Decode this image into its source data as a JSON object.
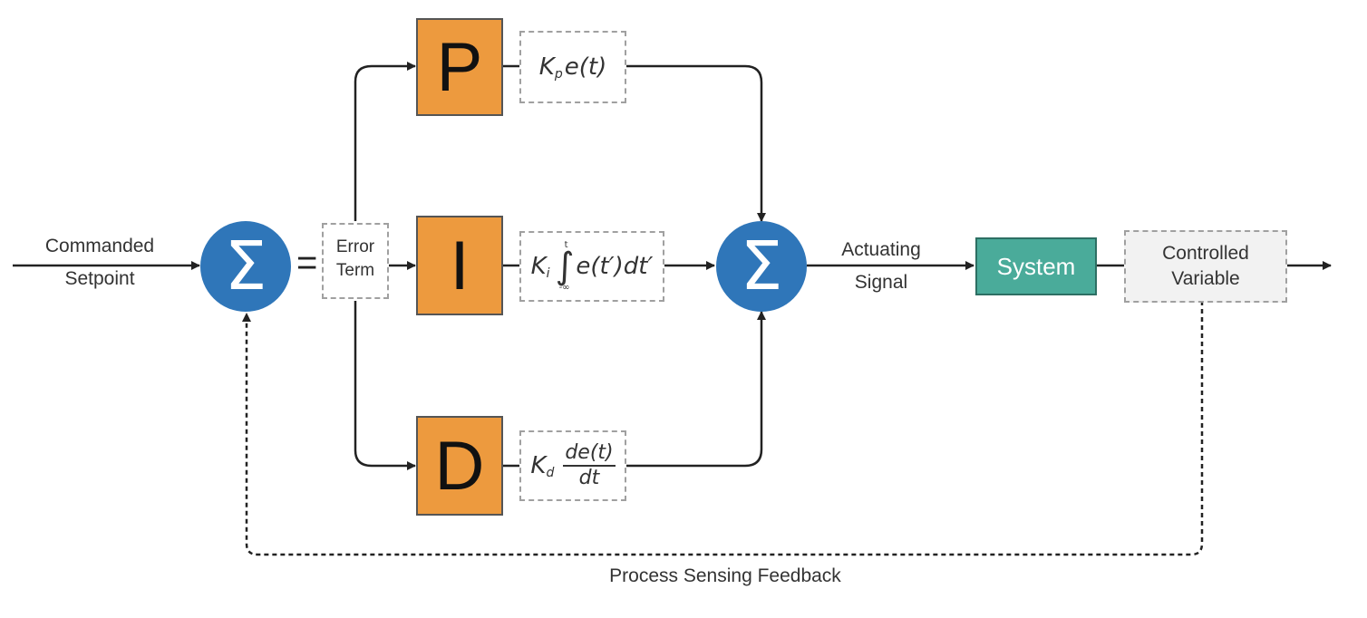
{
  "input": {
    "line1": "Commanded",
    "line2": "Setpoint"
  },
  "sum_symbol": "Σ",
  "equals": "=",
  "error_term": {
    "line1": "Error",
    "line2": "Term"
  },
  "blocks": {
    "p": "P",
    "i": "I",
    "d": "D"
  },
  "formulas": {
    "p": {
      "k": "K",
      "sub": "p",
      "expr": "e(t)"
    },
    "i": {
      "k": "K",
      "sub": "i",
      "integral": "∫",
      "upper": "t",
      "lower": "-∞",
      "expr": "e(t′)dt′"
    },
    "d": {
      "k": "K",
      "sub": "d",
      "numerator": "de(t)",
      "denominator": "dt"
    }
  },
  "actuating": {
    "line1": "Actuating",
    "line2": "Signal"
  },
  "system": "System",
  "controlled": {
    "line1": "Controlled",
    "line2": "Variable"
  },
  "feedback": "Process Sensing Feedback",
  "colors": {
    "sum": "#2f76b9",
    "pid": "#ed9a3e",
    "system": "#4aab9a"
  }
}
